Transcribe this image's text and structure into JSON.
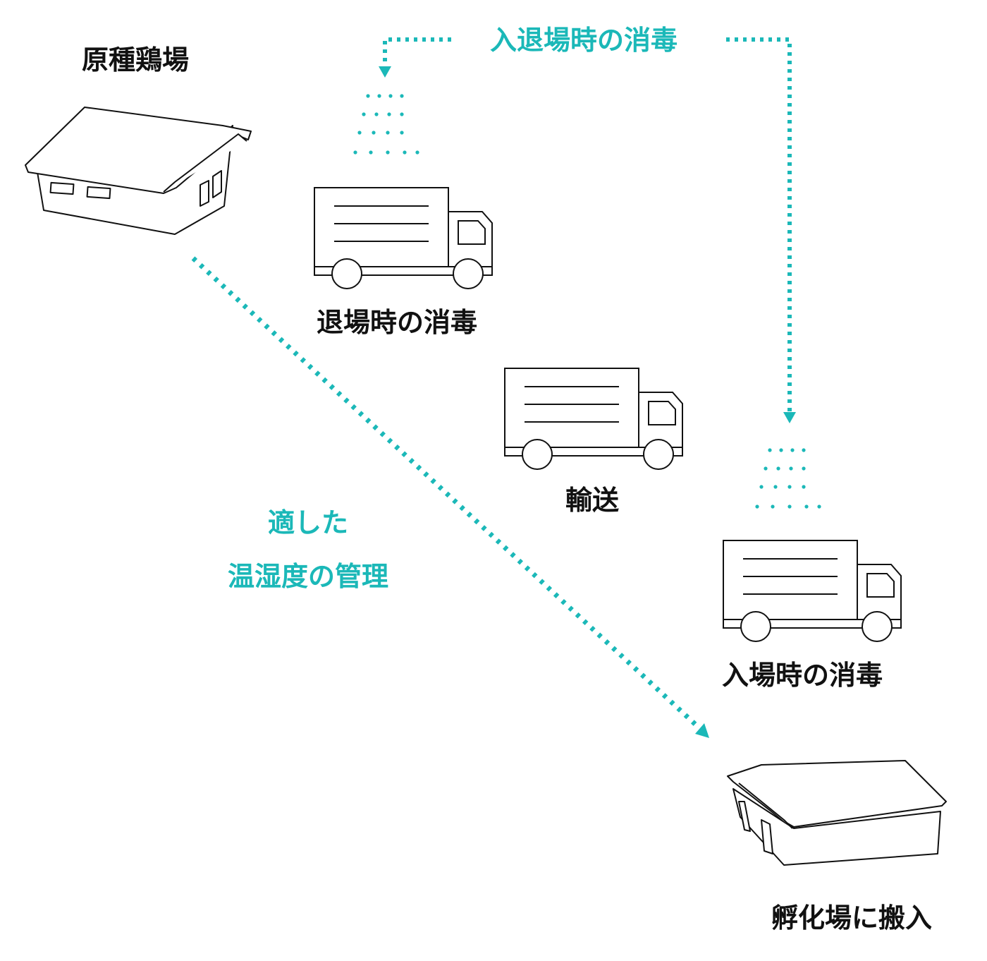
{
  "labels": {
    "origin_farm": "原種鶏場",
    "entry_exit_disinfection": "入退場時の消毒",
    "exit_disinfection": "退場時の消毒",
    "transport": "輸送",
    "climate_line1": "適した",
    "climate_line2": "温湿度の管理",
    "entry_disinfection": "入場時の消毒",
    "hatchery_delivery": "孵化場に搬入"
  },
  "colors": {
    "accent": "#1bb8b8",
    "ink": "#111111",
    "fill": "#ffffff"
  },
  "icons": [
    "barn-icon",
    "spray-icon",
    "truck-icon",
    "hatchery-icon"
  ]
}
